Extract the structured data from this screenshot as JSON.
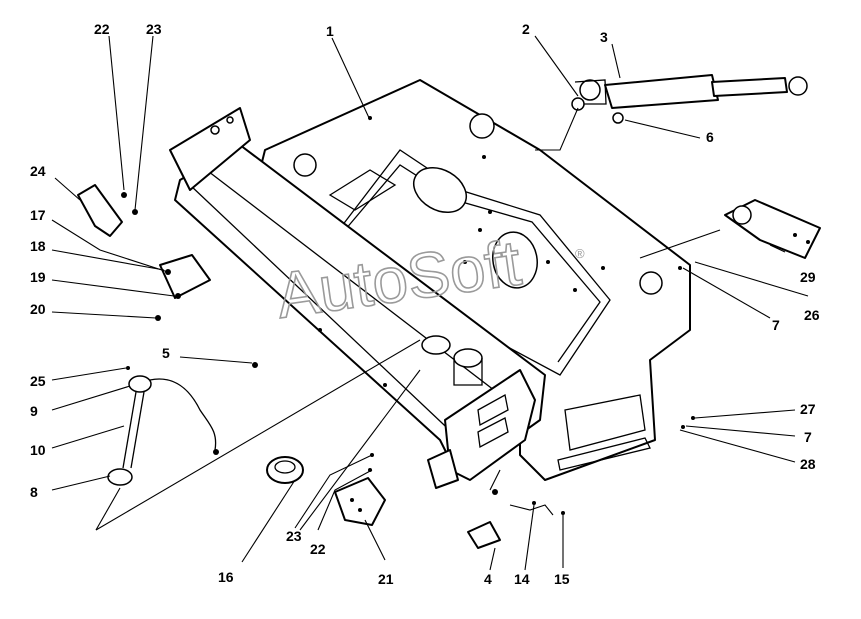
{
  "watermark": {
    "text": "AutoSoft",
    "mark": "®"
  },
  "callouts": {
    "c1": "1",
    "c2": "2",
    "c3": "3",
    "c4": "4",
    "c5": "5",
    "c6": "6",
    "c7a": "7",
    "c7b": "7",
    "c8": "8",
    "c9": "9",
    "c10": "10",
    "c14": "14",
    "c15": "15",
    "c16": "16",
    "c17": "17",
    "c18": "18",
    "c19": "19",
    "c20": "20",
    "c21": "21",
    "c22a": "22",
    "c22b": "22",
    "c23a": "23",
    "c23b": "23",
    "c24": "24",
    "c25": "25",
    "c26": "26",
    "c27": "27",
    "c28": "28",
    "c29": "29"
  }
}
